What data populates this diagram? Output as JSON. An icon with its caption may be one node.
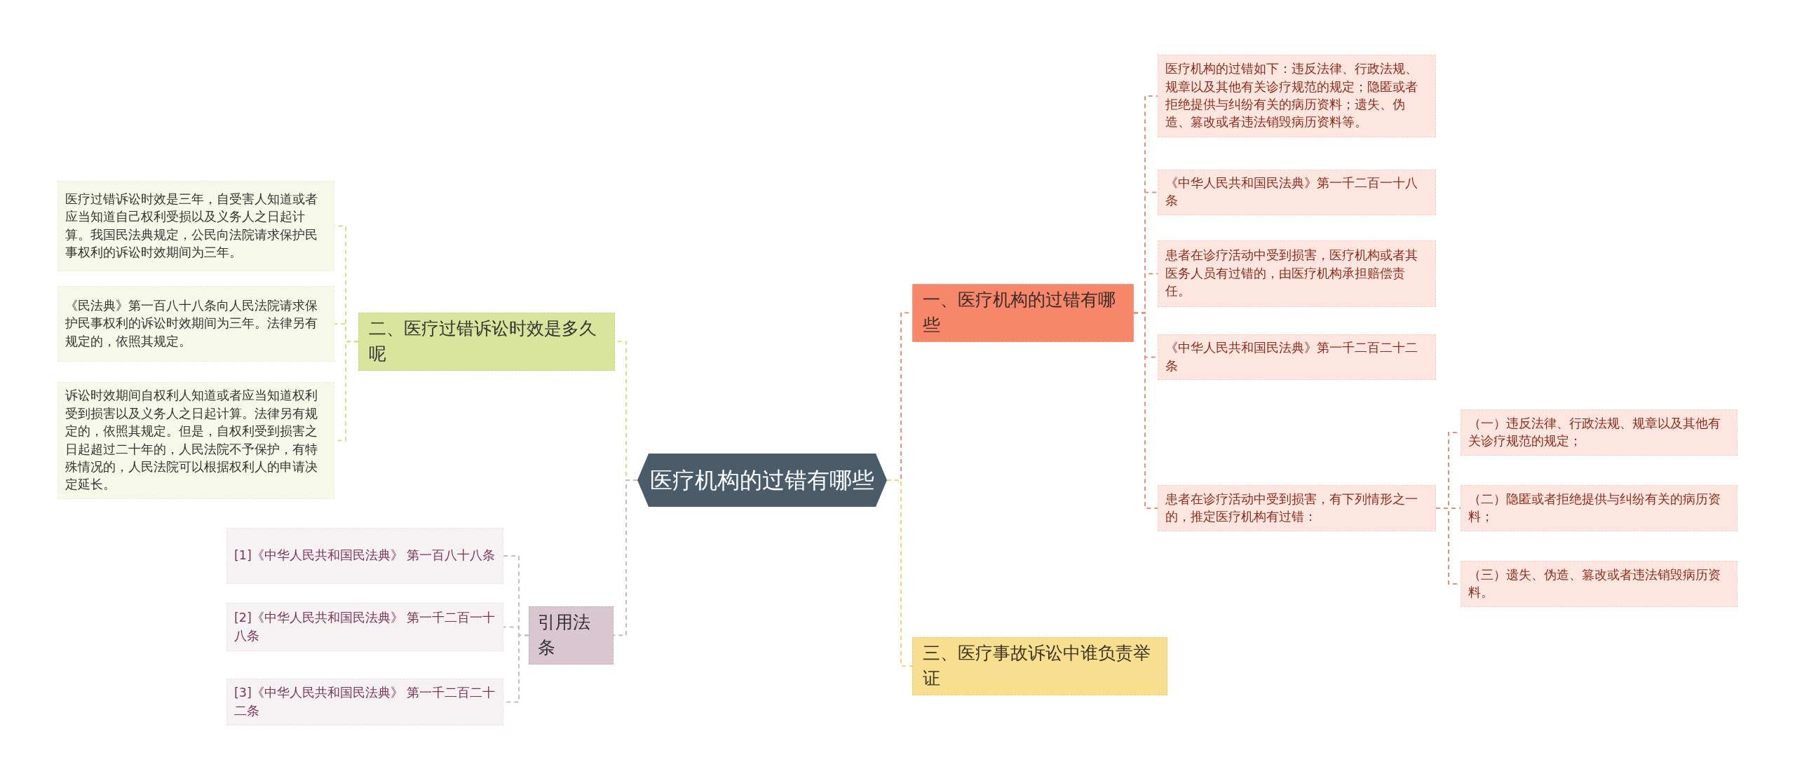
{
  "diagram": {
    "nodes": [
      {
        "text": [
          "医疗机构的过错有哪些"
        ]
      },
      {
        "text": [
          "一、医疗机构的过错有哪些"
        ]
      },
      {
        "text": [
          "医疗机构的过错如下：违反法律、行政法规、规章以及其他有关诊疗规范的规定；隐匿或者拒绝提供与纠纷有关的病历资料；遗失、伪造、篡改或者违法销毁病历资料等。"
        ]
      },
      {
        "text": [
          "《中华人民共和国民法典》第一千二百一十八条"
        ]
      },
      {
        "text": [
          "患者在诊疗活动中受到损害，医疗机构或者其医务人员有过错的，由医疗机构承担赔偿责任。"
        ]
      },
      {
        "text": [
          "《中华人民共和国民法典》第一千二百二十二条"
        ]
      },
      {
        "text": [
          "患者在诊疗活动中受到损害，有下列情形之一的，推定医疗机构有过错："
        ]
      },
      {
        "text": [
          "（一）违反法律、行政法规、规章以及其他有关诊疗规范的规定；"
        ]
      },
      {
        "text": [
          "（二）隐匿或者拒绝提供与纠纷有关的病历资料；"
        ]
      },
      {
        "text": [
          "（三）遗失、伪造、篡改或者违法销毁病历资料。"
        ]
      },
      {
        "text": [
          "三、医疗事故诉讼中谁负责举证"
        ]
      },
      {
        "text": [
          "二、医疗过错诉讼时效是多久呢"
        ]
      },
      {
        "text": [
          "医疗过错诉讼时效是三年，自受害人知道或者应当知道自己权利受损以及义务人之日起计算。我国民法典规定，公民向法院请求保护民事权利的诉讼时效期间为三年。"
        ]
      },
      {
        "text": [
          "《民法典》第一百八十八条向人民法院请求保护民事权利的诉讼时效期间为三年。法律另有规定的，依照其规定。"
        ]
      },
      {
        "text": [
          "诉讼时效期间自权利人知道或者应当知道权利受到损害以及义务人之日起计算。法律另有规定的，依照其规定。但是，自权利受到损害之日起超过二十年的，人民法院不予保护，有特殊情况的，人民法院可以根据权利人的申请决定延长。"
        ]
      },
      {
        "text": [
          "引用法条"
        ]
      },
      {
        "text": [
          "[1]《中华人民共和国民法典》 第一百八十八条"
        ]
      },
      {
        "text": [
          "[2]《中华人民共和国民法典》 第一千二百一十八条"
        ]
      },
      {
        "text": [
          "[3]《中华人民共和国民法典》 第一千二百二十二条"
        ]
      }
    ],
    "edges": [
      {
        "from": 0,
        "to": 1,
        "arrow": "none",
        "style": "dashed"
      },
      {
        "from": 1,
        "to": 2,
        "arrow": "none",
        "style": "dashed"
      },
      {
        "from": 1,
        "to": 3,
        "arrow": "none",
        "style": "dashed"
      },
      {
        "from": 1,
        "to": 4,
        "arrow": "none",
        "style": "dashed"
      },
      {
        "from": 1,
        "to": 5,
        "arrow": "none",
        "style": "dashed"
      },
      {
        "from": 1,
        "to": 6,
        "arrow": "none",
        "style": "dashed"
      },
      {
        "from": 6,
        "to": 7,
        "arrow": "none",
        "style": "dashed"
      },
      {
        "from": 6,
        "to": 8,
        "arrow": "none",
        "style": "dashed"
      },
      {
        "from": 6,
        "to": 9,
        "arrow": "none",
        "style": "dashed"
      },
      {
        "from": 0,
        "to": 10,
        "arrow": "none",
        "style": "dashed",
        "color": "#f2d27a"
      },
      {
        "from": 0,
        "to": 11,
        "arrow": "none",
        "style": "dashed",
        "color": "#d4df8e"
      },
      {
        "from": 11,
        "to": 12,
        "arrow": "none",
        "style": "dashed",
        "color": "#d4df8e"
      },
      {
        "from": 11,
        "to": 13,
        "arrow": "none",
        "style": "dashed",
        "color": "#d4df8e"
      },
      {
        "from": 11,
        "to": 14,
        "arrow": "none",
        "style": "dashed",
        "color": "#d4df8e"
      },
      {
        "from": 0,
        "to": 15,
        "arrow": "none",
        "style": "dashed",
        "color": "#c8bcc2"
      },
      {
        "from": 15,
        "to": 16,
        "arrow": "none",
        "style": "dashed",
        "color": "#c8bcc2"
      },
      {
        "from": 15,
        "to": 17,
        "arrow": "none",
        "style": "dashed",
        "color": "#c8bcc2"
      },
      {
        "from": 15,
        "to": 18,
        "arrow": "none",
        "style": "dashed",
        "color": "#c8bcc2"
      }
    ]
  }
}
